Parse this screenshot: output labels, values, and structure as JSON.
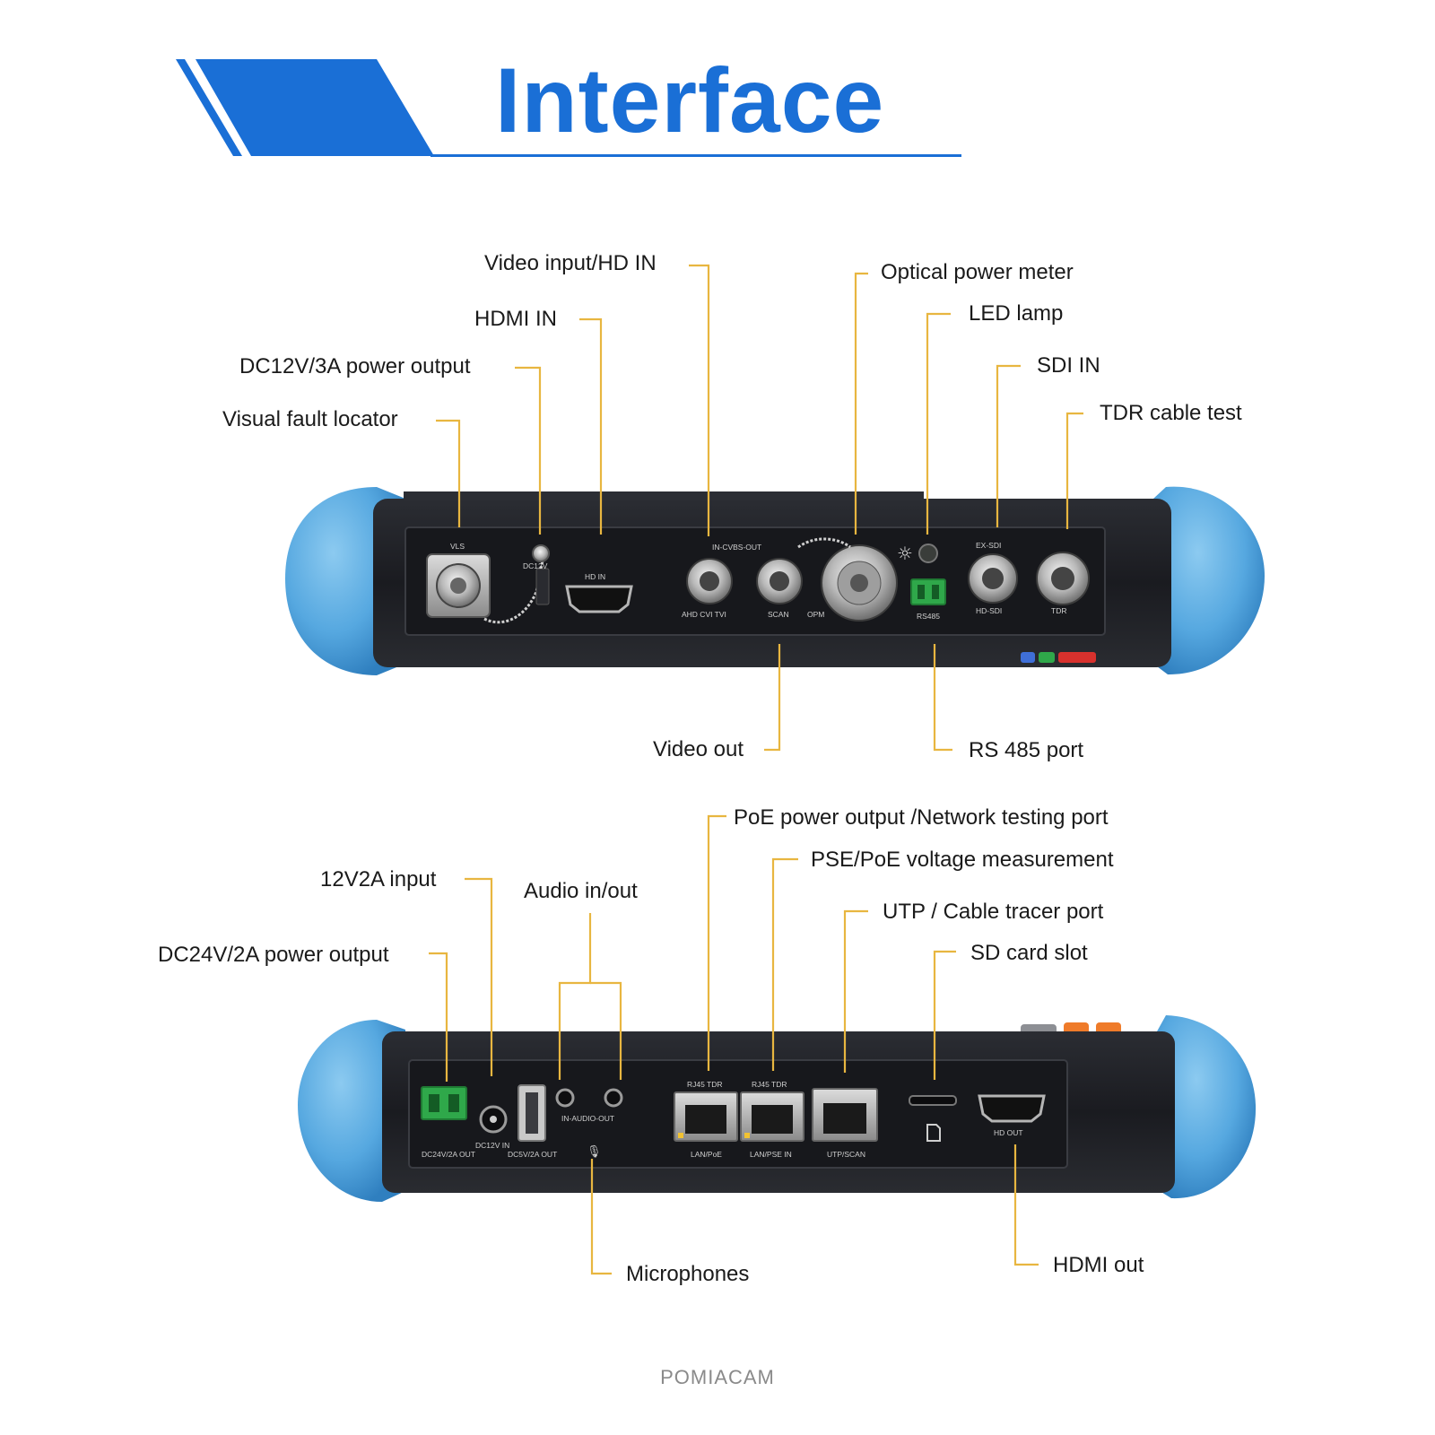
{
  "header": {
    "title": "Interface"
  },
  "top_panel": {
    "callouts": {
      "video_input": "Video input/HD IN",
      "hdmi_in": "HDMI IN",
      "dc12v_output": "DC12V/3A power output",
      "visual_fault_locator": "Visual fault locator",
      "optical_power_meter": "Optical power meter",
      "led_lamp": "LED lamp",
      "sdi_in": "SDI IN",
      "tdr_cable_test": "TDR cable test",
      "video_out": "Video out",
      "rs485_port": "RS 485 port"
    },
    "silkscreen": {
      "vls": "VLS",
      "dc12v": "DC12V",
      "hd_in": "HD IN",
      "in_cvbs_out": "IN-CVBS-OUT",
      "ahd_cvi_tvi": "AHD CVI TVI",
      "scan": "SCAN",
      "opm": "OPM",
      "rs485": "RS485",
      "ex_sdi": "EX-SDI",
      "hd_sdi": "HD-SDI",
      "tdr": "TDR"
    }
  },
  "bottom_panel": {
    "callouts": {
      "input_12v2a": "12V2A input",
      "dc24v_output": "DC24V/2A power output",
      "audio_in_out": "Audio in/out",
      "poe_output": "PoE power output /Network testing port",
      "pse_poe_voltage": "PSE/PoE voltage measurement",
      "utp_cable_tracer": "UTP / Cable tracer port",
      "sd_card_slot": "SD card slot",
      "microphones": "Microphones",
      "hdmi_out": "HDMI out"
    },
    "silkscreen": {
      "dc24v2a_out": "DC24V/2A OUT",
      "dc12v_in": "DC12V IN",
      "dc5v2a_out": "DC5V/2A OUT",
      "in_audio_out": "IN-AUDIO-OUT",
      "rj45_tdr_1": "RJ45 TDR",
      "rj45_tdr_2": "RJ45 TDR",
      "lan_poe": "LAN/PoE",
      "lan_pse_in": "LAN/PSE IN",
      "utp_scan": "UTP/SCAN",
      "hd_out": "HD OUT"
    }
  },
  "brand": "POMIACAM",
  "colors": {
    "accent_blue": "#1a6fd6",
    "bumper_blue": "#5aaee4",
    "leader_orange": "#e8b640",
    "device_black": "#1c1d22"
  }
}
